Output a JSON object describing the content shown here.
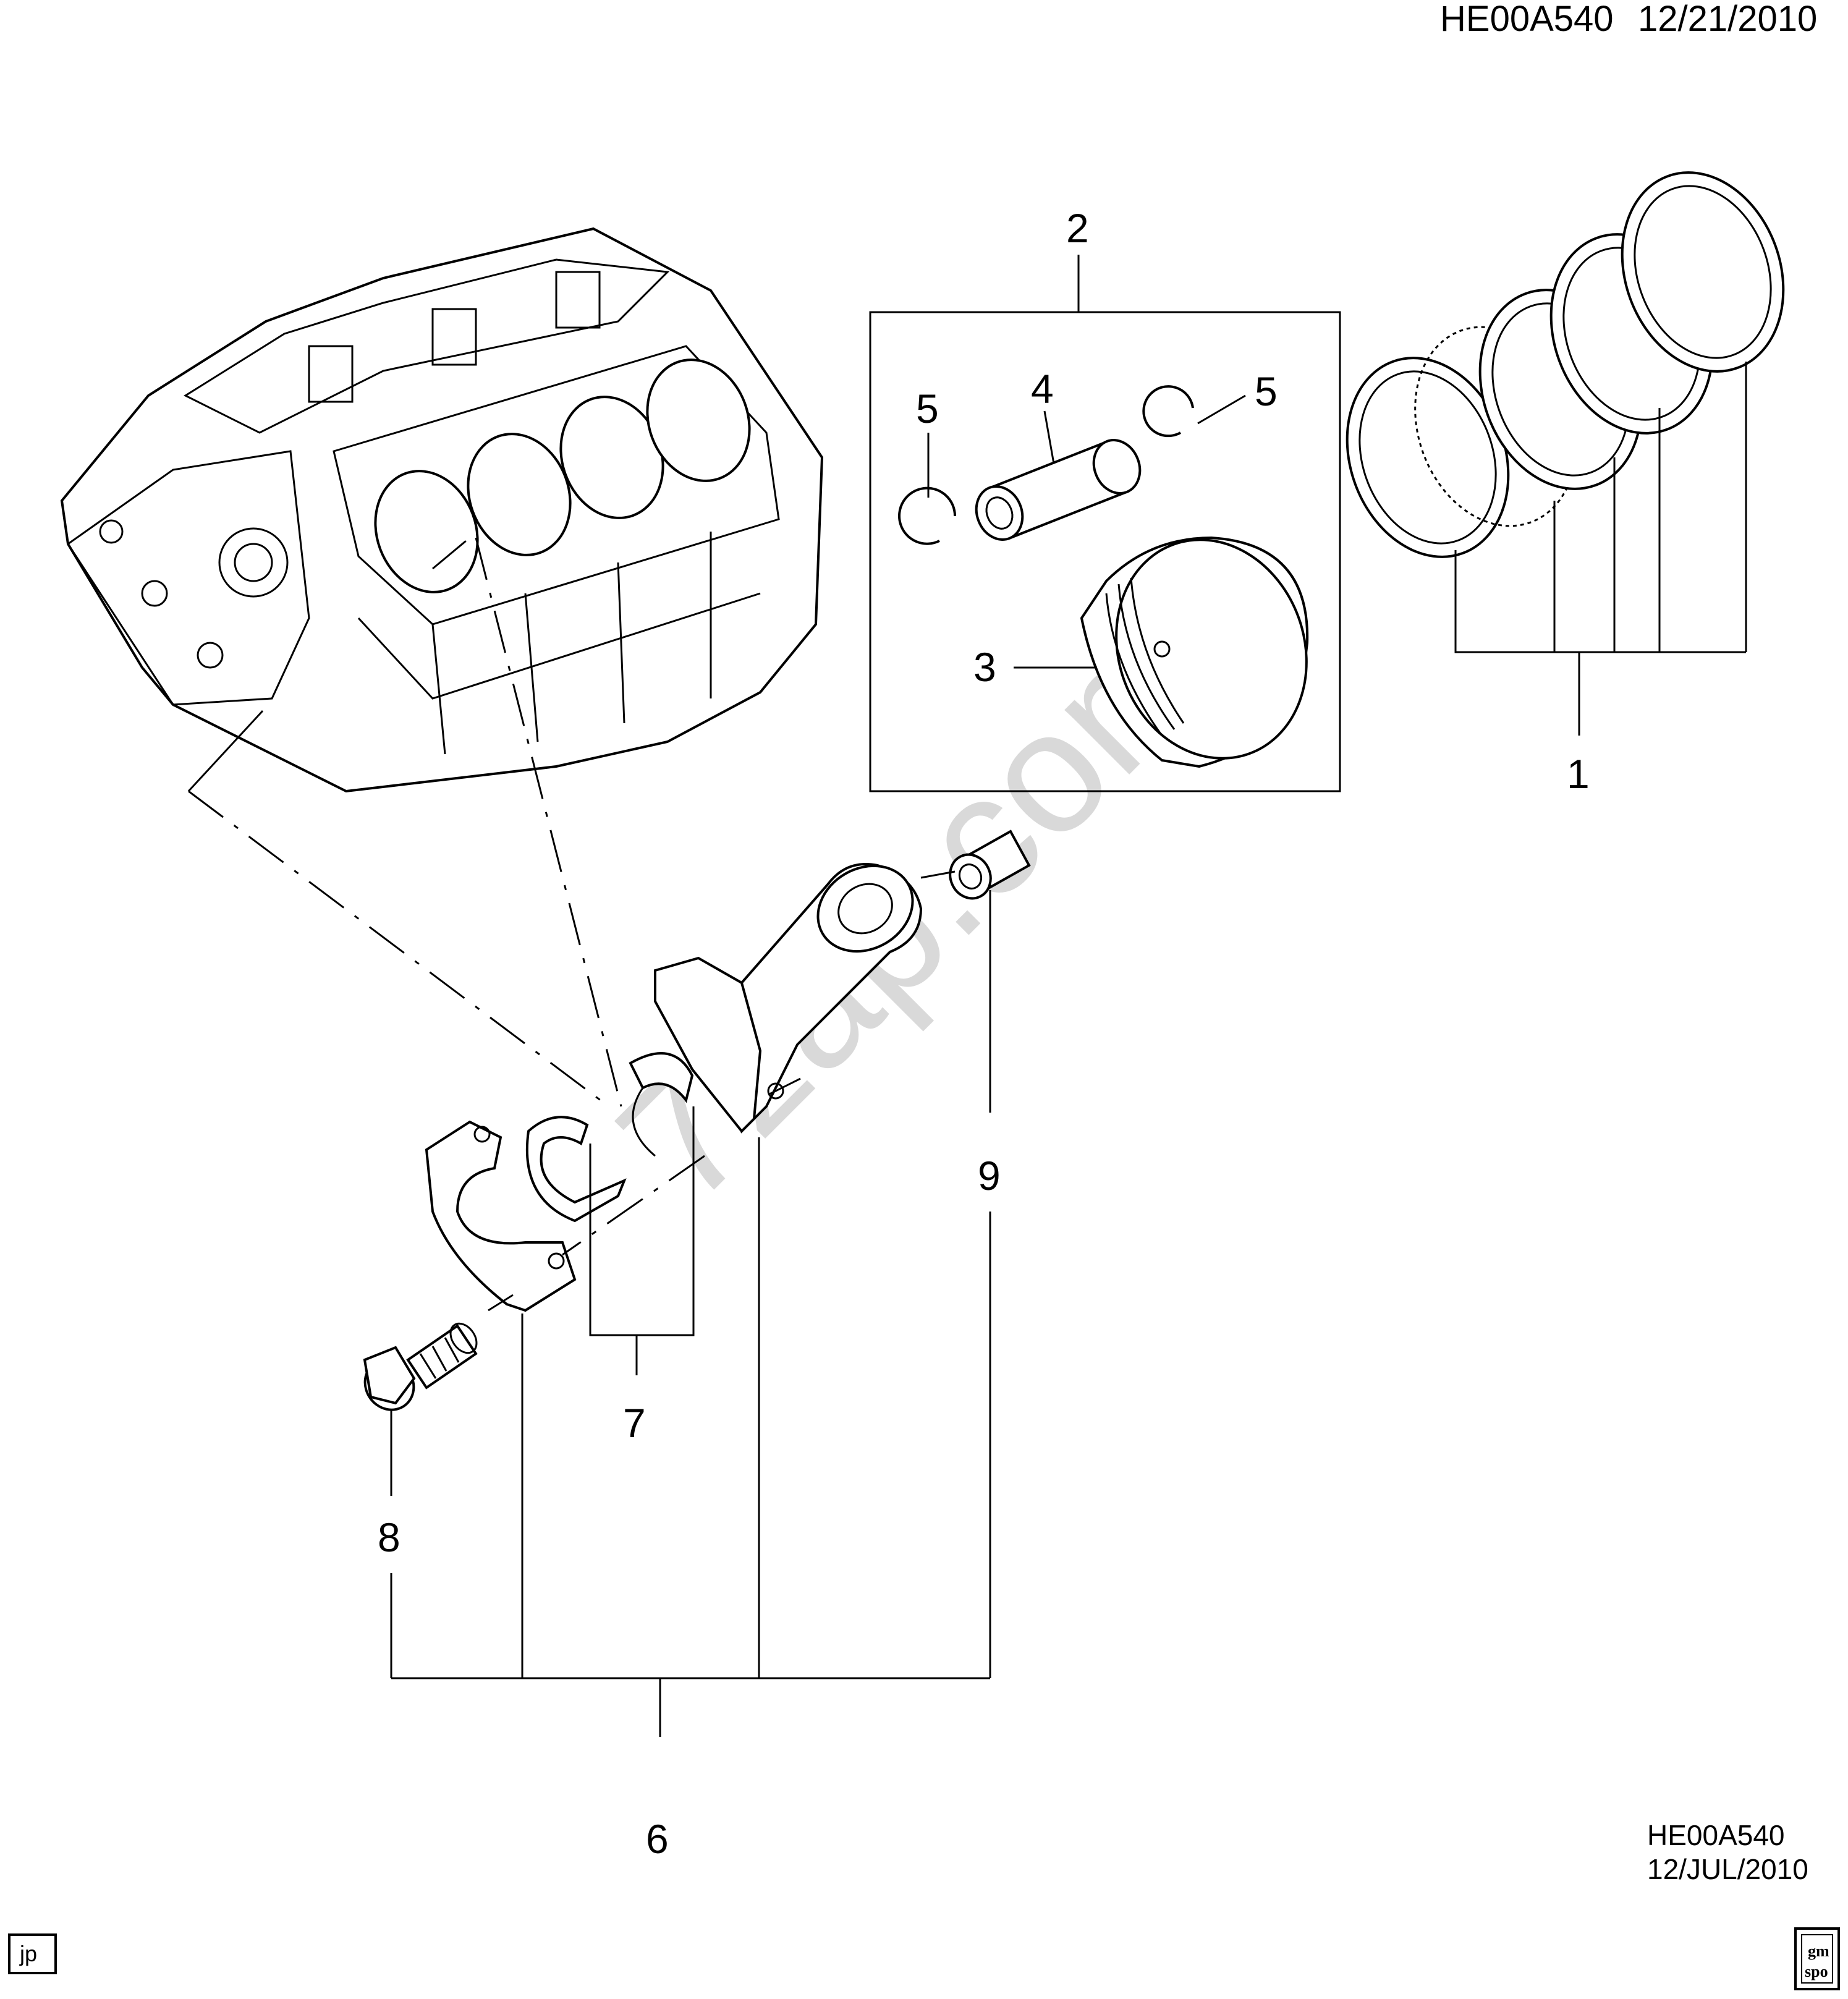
{
  "header": {
    "diagram_code": "HE00A540",
    "date": "12/21/2010"
  },
  "footer": {
    "diagram_code": "HE00A540",
    "date": "12/JUL/2010",
    "corner_tag": "jp",
    "logo_top": "gm",
    "logo_bottom": "spo"
  },
  "watermark": "7zap.com",
  "callouts": {
    "c1": "1",
    "c2": "2",
    "c3": "3",
    "c4": "4",
    "c5a": "5",
    "c5b": "5",
    "c6": "6",
    "c7": "7",
    "c8": "8",
    "c9": "9"
  }
}
